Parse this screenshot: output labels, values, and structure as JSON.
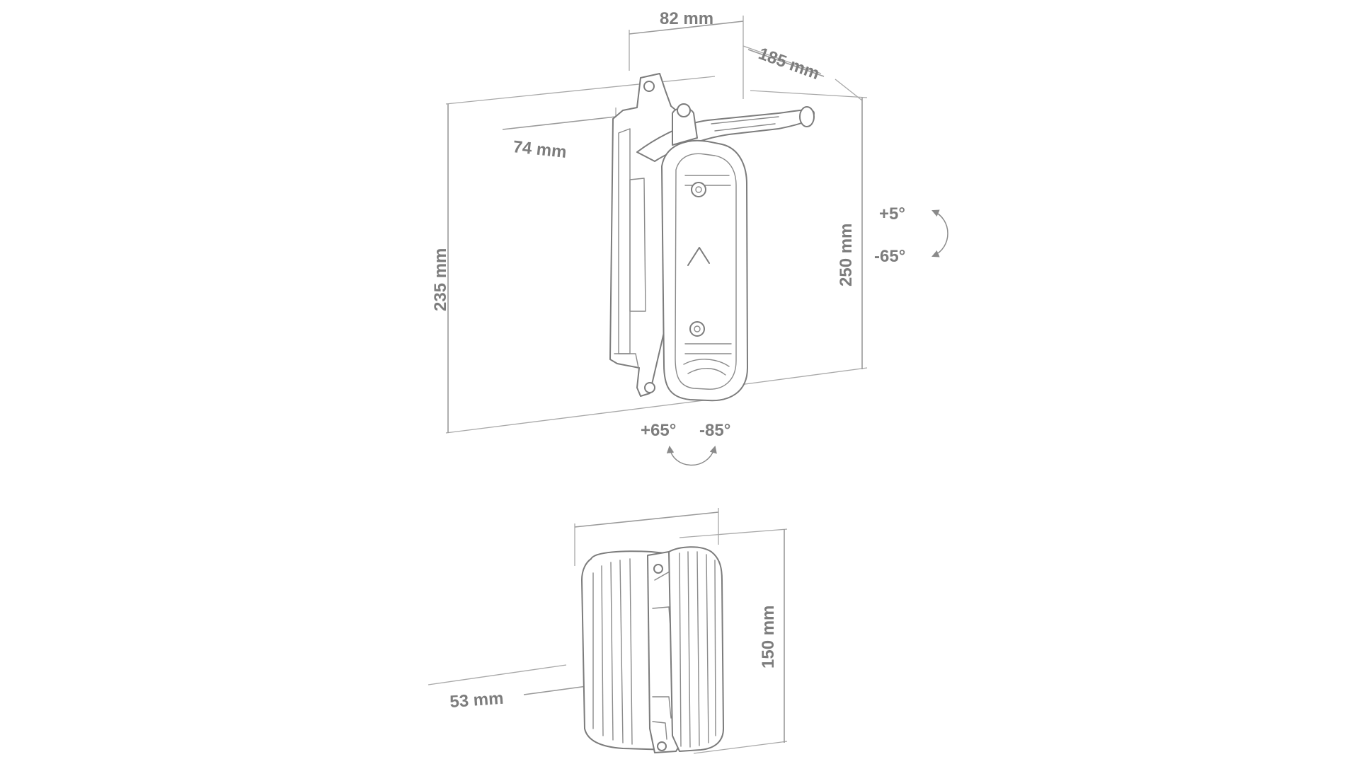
{
  "dimensions": {
    "width_82": "82 mm",
    "depth_185": "185 mm",
    "arm_74": "74 mm",
    "height_235": "235 mm",
    "height_250": "250 mm",
    "folded_150": "150 mm",
    "folded_53": "53 mm"
  },
  "rotation": {
    "tilt_up": "+5°",
    "tilt_down": "-65°",
    "swivel_left": "+65°",
    "swivel_right": "-85°"
  },
  "colors": {
    "line": "#7c7c7c",
    "dimension": "#9a9a9a",
    "text": "#7d7d7d",
    "background": "#ffffff"
  }
}
